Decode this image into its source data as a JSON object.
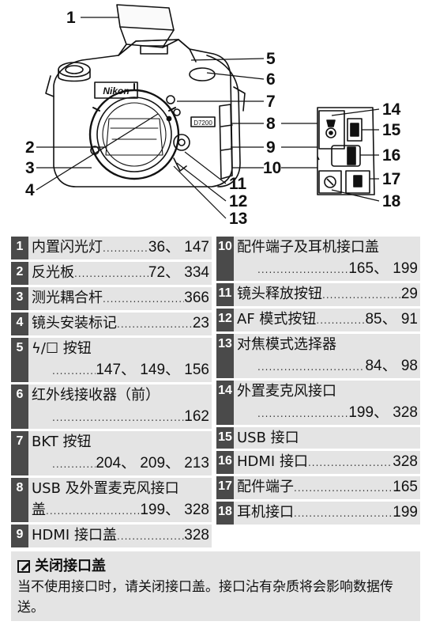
{
  "figure": {
    "callouts": [
      "1",
      "2",
      "3",
      "4",
      "5",
      "6",
      "7",
      "8",
      "9",
      "10",
      "11",
      "12",
      "13",
      "14",
      "15",
      "16",
      "17",
      "18"
    ],
    "brand": "Nikon",
    "model_badge": "D7200"
  },
  "left_entries": [
    {
      "num": "1",
      "lines": [
        {
          "label": "内置闪光灯",
          "pages": "36、 147"
        }
      ]
    },
    {
      "num": "2",
      "lines": [
        {
          "label": "反光板",
          "pages": "72、 334"
        }
      ]
    },
    {
      "num": "3",
      "lines": [
        {
          "label": "测光耦合杆",
          "pages": "366"
        }
      ]
    },
    {
      "num": "4",
      "lines": [
        {
          "label": "镜头安装标记",
          "pages": "23"
        }
      ]
    },
    {
      "num": "5",
      "lines": [
        {
          "label": "ϟ/☐ 按钮",
          "pages": ""
        },
        {
          "label": "",
          "pages": "147、 149、 156"
        }
      ]
    },
    {
      "num": "6",
      "lines": [
        {
          "label": "红外线接收器（前）",
          "pages": ""
        },
        {
          "label": "",
          "pages": "162"
        }
      ]
    },
    {
      "num": "7",
      "lines": [
        {
          "label": "BKT 按钮",
          "pages": ""
        },
        {
          "label": "",
          "pages": "204、 209、 213"
        }
      ]
    },
    {
      "num": "8",
      "lines": [
        {
          "label": "USB 及外置麦克风接口",
          "pages": ""
        },
        {
          "label": "盖",
          "pages": "199、 328"
        }
      ]
    },
    {
      "num": "9",
      "lines": [
        {
          "label": "HDMI 接口盖",
          "pages": "328"
        }
      ]
    }
  ],
  "right_entries": [
    {
      "num": "10",
      "lines": [
        {
          "label": "配件端子及耳机接口盖",
          "pages": ""
        },
        {
          "label": "",
          "pages": "165、 199"
        }
      ]
    },
    {
      "num": "11",
      "lines": [
        {
          "label": "镜头释放按钮",
          "pages": "29"
        }
      ]
    },
    {
      "num": "12",
      "lines": [
        {
          "label": "AF 模式按钮",
          "pages": "85、 91"
        }
      ]
    },
    {
      "num": "13",
      "lines": [
        {
          "label": "对焦模式选择器",
          "pages": ""
        },
        {
          "label": "",
          "pages": "84、 98"
        }
      ]
    },
    {
      "num": "14",
      "lines": [
        {
          "label": "外置麦克风接口",
          "pages": ""
        },
        {
          "label": "",
          "pages": "199、 328"
        }
      ]
    },
    {
      "num": "15",
      "lines": [
        {
          "label": "USB 接口",
          "pages": ""
        }
      ]
    },
    {
      "num": "16",
      "lines": [
        {
          "label": "HDMI 接口",
          "pages": "328"
        }
      ]
    },
    {
      "num": "17",
      "lines": [
        {
          "label": "配件端子",
          "pages": "165"
        }
      ]
    },
    {
      "num": "18",
      "lines": [
        {
          "label": "耳机接口",
          "pages": "199"
        }
      ]
    }
  ],
  "note": {
    "icon": "pencil-note-icon",
    "title": "关闭接口盖",
    "text": "当不使用接口时，请关闭接口盖。接口沾有杂质将会影响数据传送。"
  }
}
